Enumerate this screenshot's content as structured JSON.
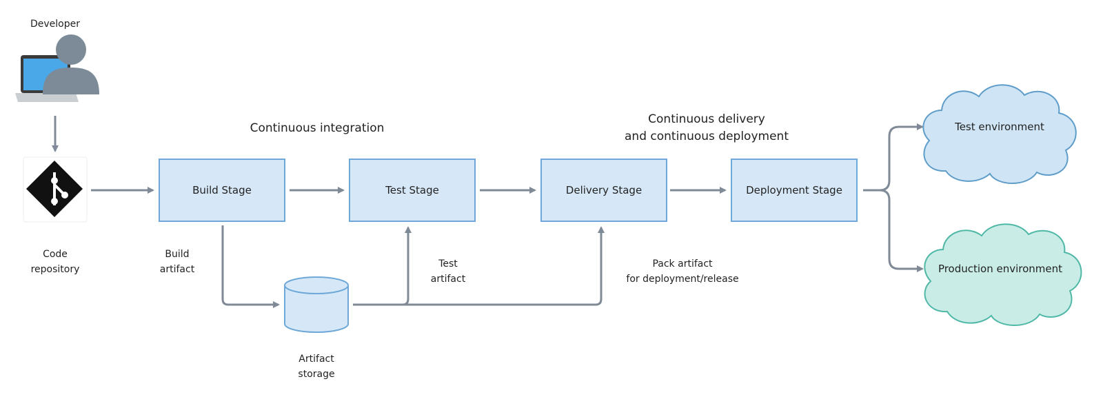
{
  "developer": {
    "label": "Developer",
    "icon": "developer-icon"
  },
  "repository": {
    "label_line1": "Code",
    "label_line2": "repository",
    "icon": "git-icon"
  },
  "phases": {
    "ci": "Continuous integration",
    "cd_line1": "Continuous delivery",
    "cd_line2": "and continuous deployment"
  },
  "stages": [
    {
      "label": "Build Stage"
    },
    {
      "label": "Test Stage"
    },
    {
      "label": "Delivery Stage"
    },
    {
      "label": "Deployment Stage"
    }
  ],
  "storage": {
    "label_line1": "Artifact",
    "label_line2": "storage",
    "icon": "database-icon"
  },
  "annotations": {
    "build_artifact_line1": "Build",
    "build_artifact_line2": "artifact",
    "test_artifact_line1": "Test",
    "test_artifact_line2": "artifact",
    "pack_artifact_line1": "Pack artifact",
    "pack_artifact_line2": "for deployment/release"
  },
  "environments": {
    "test": "Test environment",
    "production": "Production environment"
  },
  "colors": {
    "stage_fill": "#d6e8f7",
    "stage_border": "#6ea8d8",
    "arrow": "#7f8a96",
    "test_cloud_fill": "#cfe5f5",
    "test_cloud_stroke": "#5e9cc9",
    "prod_cloud_fill": "#c9ede6",
    "prod_cloud_stroke": "#4fb7a6"
  }
}
